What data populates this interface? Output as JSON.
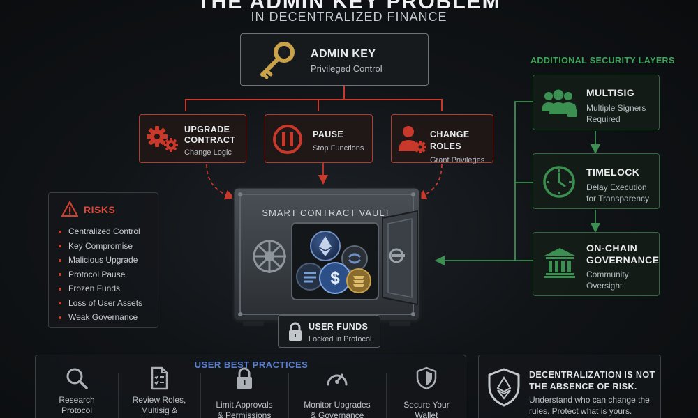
{
  "header": {
    "title": "THE ADMIN KEY PROBLEM",
    "subtitle": "IN DECENTRALIZED FINANCE"
  },
  "admin_key": {
    "title": "ADMIN KEY",
    "subtitle": "Privileged Control",
    "icon": "key-icon"
  },
  "powers": [
    {
      "title_line1": "UPGRADE",
      "title_line2": "CONTRACT",
      "subtitle": "Change Logic",
      "icon": "gears-icon"
    },
    {
      "title": "PAUSE",
      "subtitle": "Stop Functions",
      "icon": "pause-icon"
    },
    {
      "title": "CHANGE ROLES",
      "subtitle": "Grant Privileges",
      "icon": "user-gear-icon"
    }
  ],
  "risks": {
    "title": "RISKS",
    "items": [
      "Centralized Control",
      "Key Compromise",
      "Malicious Upgrade",
      "Protocol Pause",
      "Frozen Funds",
      "Loss of User Assets",
      "Weak Governance"
    ]
  },
  "vault": {
    "label": "SMART CONTRACT VAULT"
  },
  "user_funds": {
    "title": "USER FUNDS",
    "subtitle": "Locked in Protocol"
  },
  "security": {
    "label": "ADDITIONAL SECURITY LAYERS",
    "layers": [
      {
        "title": "MULTISIG",
        "line1": "Multiple Signers",
        "line2": "Required",
        "icon": "group-lock-icon"
      },
      {
        "title": "TIMELOCK",
        "line1": "Delay Execution",
        "line2": "for Transparency",
        "icon": "clock-icon"
      },
      {
        "title_line1": "ON-CHAIN",
        "title_line2": "GOVERNANCE",
        "line1": "Community",
        "line2": "Oversight",
        "icon": "bank-icon"
      }
    ]
  },
  "best_practices": {
    "title": "USER BEST PRACTICES",
    "items": [
      {
        "line1": "Research",
        "line2": "Protocol",
        "icon": "magnifier-icon"
      },
      {
        "line1": "Review Roles,",
        "line2": "Multisig &",
        "icon": "document-icon"
      },
      {
        "line1": "Limit Approvals",
        "line2": "& Permissions",
        "icon": "padlock-icon"
      },
      {
        "line1": "Monitor Upgrades",
        "line2": "& Governance",
        "icon": "gauge-icon"
      },
      {
        "line1": "Secure Your",
        "line2": "Wallet",
        "icon": "shield-icon"
      }
    ]
  },
  "decentralization": {
    "heading_line1": "DECENTRALIZATION IS NOT",
    "heading_line2": "THE ABSENCE OF RISK.",
    "body": "Understand who can change the rules. Protect what is yours.",
    "icon": "shield-eth-icon"
  },
  "colors": {
    "red": "#c8382b",
    "green": "#3b8f50",
    "blue": "#5a7fd0",
    "gold": "#c9a24a"
  }
}
